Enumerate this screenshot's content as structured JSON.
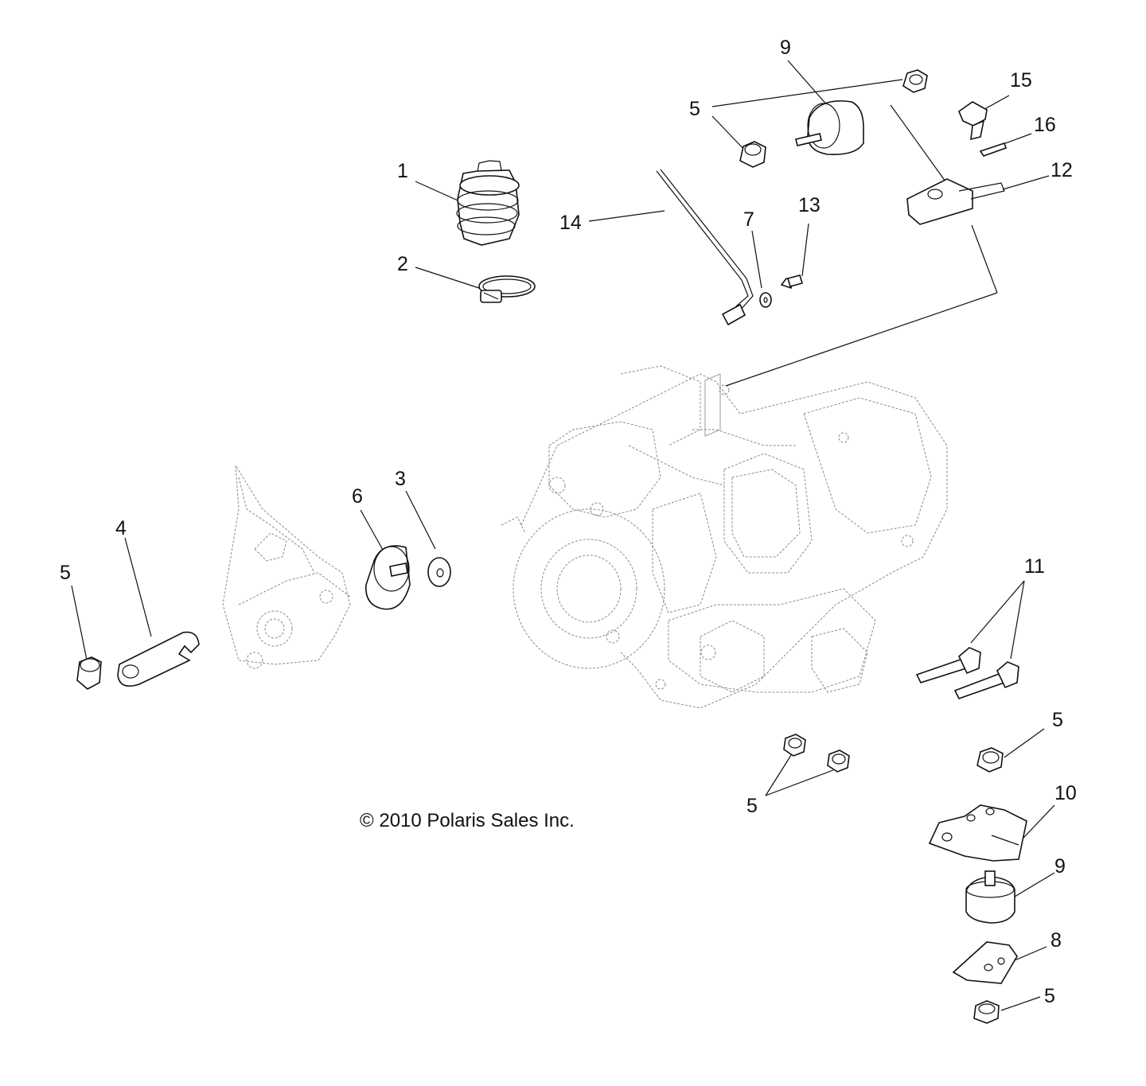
{
  "copyright": "© 2010 Polaris Sales Inc.",
  "callouts": {
    "c1": "1",
    "c2": "2",
    "c3": "3",
    "c4": "4",
    "c5_left": "5",
    "c5_top": "5",
    "c5_bottom_center": "5",
    "c5_right_upper": "5",
    "c5_right_lower": "5",
    "c6": "6",
    "c7": "7",
    "c8": "8",
    "c9_top": "9",
    "c9_bottom": "9",
    "c10": "10",
    "c11": "11",
    "c12": "12",
    "c13": "13",
    "c14": "14",
    "c15": "15",
    "c16": "16"
  }
}
